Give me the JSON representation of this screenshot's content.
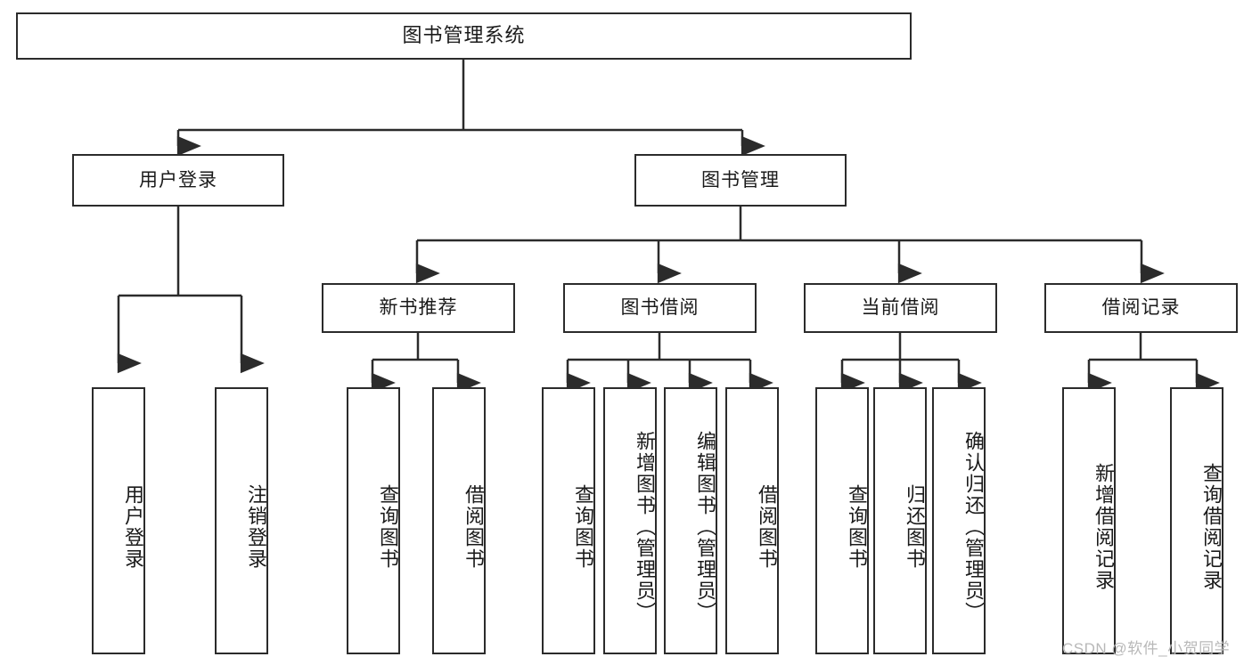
{
  "diagram": {
    "title": "图书管理系统",
    "type": "tree-diagram",
    "colors": {
      "stroke": "#2b2b2b",
      "fill": "#ffffff",
      "text": "#1a1a1a",
      "watermark": "#b8b8b8"
    },
    "root": {
      "label": "图书管理系统"
    },
    "level1": [
      {
        "label": "用户登录"
      },
      {
        "label": "图书管理"
      }
    ],
    "level2": [
      {
        "label": "新书推荐"
      },
      {
        "label": "图书借阅"
      },
      {
        "label": "当前借阅"
      },
      {
        "label": "借阅记录"
      }
    ],
    "leaves": {
      "user_login": [
        {
          "label": "用户登录"
        },
        {
          "label": "注销登录"
        }
      ],
      "new_book_recommend": [
        {
          "label": "查询图书"
        },
        {
          "label": "借阅图书"
        }
      ],
      "book_borrow": [
        {
          "label": "查询图书"
        },
        {
          "label": "新增图书（管理员）"
        },
        {
          "label": "编辑图书（管理员）"
        },
        {
          "label": "借阅图书"
        }
      ],
      "current_borrow": [
        {
          "label": "查询图书"
        },
        {
          "label": "归还图书"
        },
        {
          "label": "确认归还（管理员）"
        }
      ],
      "borrow_record": [
        {
          "label": "新增借阅记录"
        },
        {
          "label": "查询借阅记录"
        }
      ]
    }
  },
  "watermark": {
    "text": "CSDN @软件_小贺同学"
  }
}
